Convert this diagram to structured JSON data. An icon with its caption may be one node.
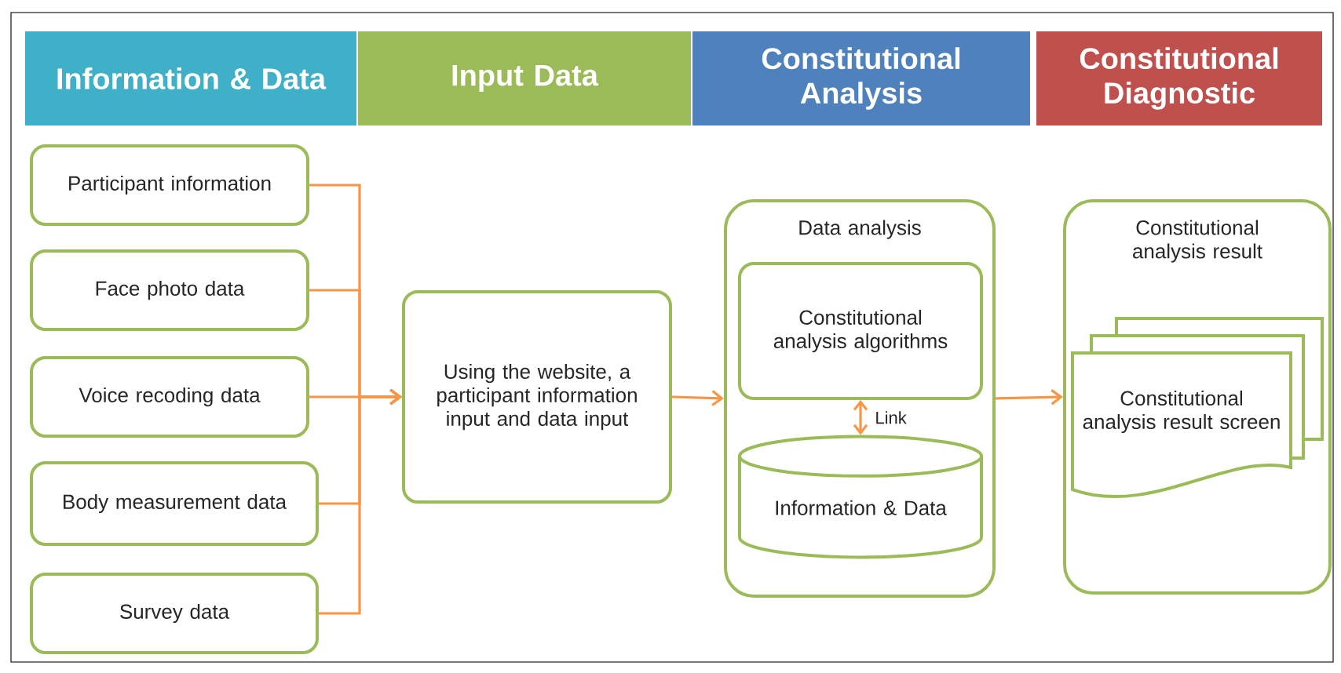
{
  "diagram": {
    "nodes": [
      {
        "text": [
          "Information & Data"
        ]
      },
      {
        "text": [
          "Input Data"
        ]
      },
      {
        "text": [
          "Constitutional Analysis"
        ]
      },
      {
        "text": [
          "Constitutional Diagnostic"
        ]
      },
      {
        "text": [
          "Participant information"
        ]
      },
      {
        "text": [
          "Face photo data"
        ]
      },
      {
        "text": [
          "Voice recoding data"
        ]
      },
      {
        "text": [
          "Body measurement data"
        ]
      },
      {
        "text": [
          "Survey data"
        ]
      },
      {
        "text": [
          "Using the website, a participant information input and data input"
        ]
      },
      {
        "text": [
          "Data analysis"
        ]
      },
      {
        "text": [
          "Constitutional analysis algorithms"
        ],
        "in": 10
      },
      {
        "text": [
          "Information & Data"
        ],
        "in": 10
      },
      {
        "text": [
          "Constitutional analysis result"
        ]
      },
      {
        "text": [
          "Constitutional analysis result screen"
        ],
        "in": 13
      }
    ],
    "edges": [
      {
        "from": 4,
        "to": 9,
        "arrow": "to"
      },
      {
        "from": 5,
        "to": 9,
        "arrow": "to"
      },
      {
        "from": 6,
        "to": 9,
        "arrow": "to"
      },
      {
        "from": 7,
        "to": 9,
        "arrow": "to"
      },
      {
        "from": 8,
        "to": 9,
        "arrow": "to"
      },
      {
        "from": 9,
        "to": 10,
        "arrow": "to"
      },
      {
        "from": 11,
        "to": 12,
        "arrow": "both",
        "label": "Link"
      },
      {
        "from": 10,
        "to": 13,
        "arrow": "to"
      }
    ]
  }
}
